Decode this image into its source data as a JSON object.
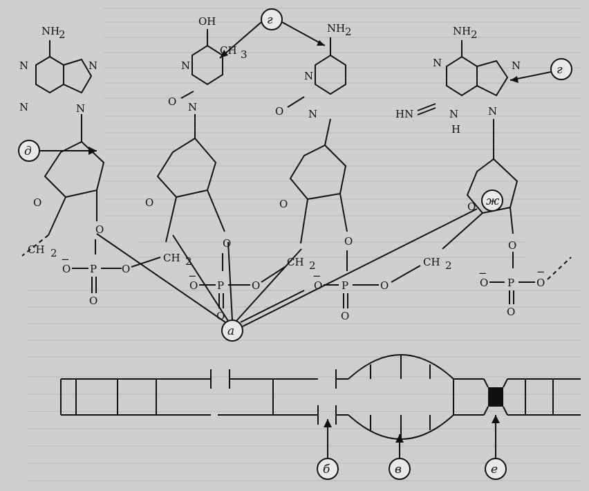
{
  "groups": {
    "nh2": "NH",
    "sub2": "2",
    "oh": "OH",
    "ch3": "CH",
    "sub3": "3",
    "hn": "HN",
    "n": "N",
    "o": "O",
    "h": "H",
    "p": "P",
    "ch2": "CH",
    "dash": "−"
  },
  "callouts": {
    "a": "а",
    "b": "б",
    "v": "в",
    "g": "г",
    "d": "д",
    "e": "е",
    "zh": "ж"
  },
  "colors": {
    "background": "#cfcfcf",
    "ink": "#111111",
    "faint_text": "#b9b9b9",
    "lesion_block": "#111111"
  }
}
